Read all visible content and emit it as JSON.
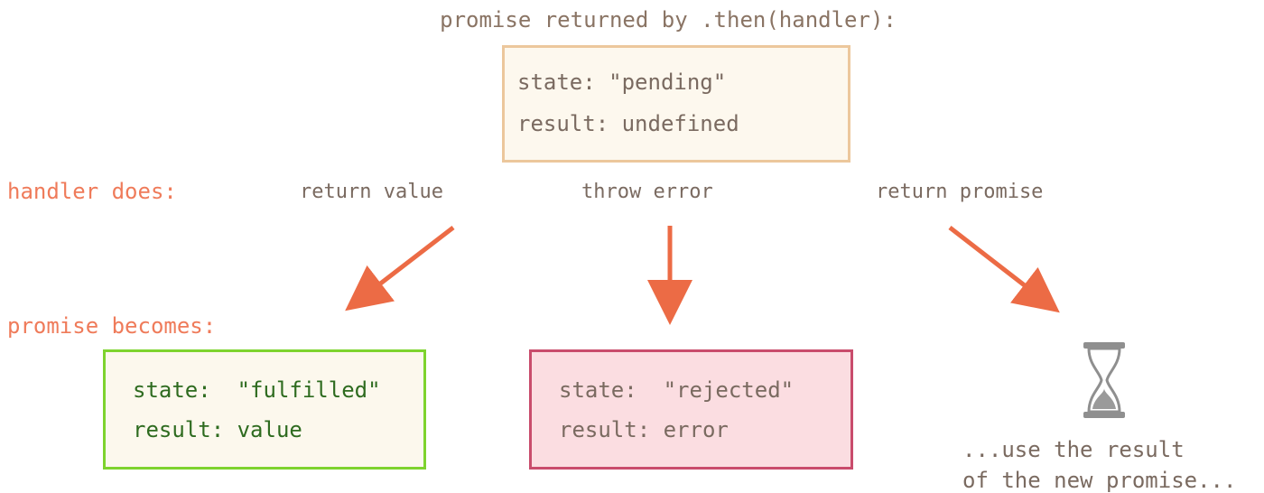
{
  "title": "promise returned by .then(handler):",
  "pending": {
    "state": "state: \"pending\"",
    "result": "result: undefined"
  },
  "handler_label": "handler does:",
  "branches": [
    "return value",
    "throw error",
    "return promise"
  ],
  "becomes_label": "promise becomes:",
  "fulfilled": {
    "state": "state:  \"fulfilled\"",
    "result": "result: value"
  },
  "rejected": {
    "state": "state:  \"rejected\"",
    "result": "result: error"
  },
  "note": [
    "...use the result",
    "of the new promise..."
  ],
  "colors": {
    "arrow": "#ec6b45",
    "accent_red": "#ef7b5a",
    "text": "#7a6a60",
    "fulfilled_border": "#7ed32e",
    "rejected_border": "#c94c6c",
    "pending_border": "#ecc79c"
  },
  "icons": {
    "hourglass": "hourglass-icon"
  }
}
